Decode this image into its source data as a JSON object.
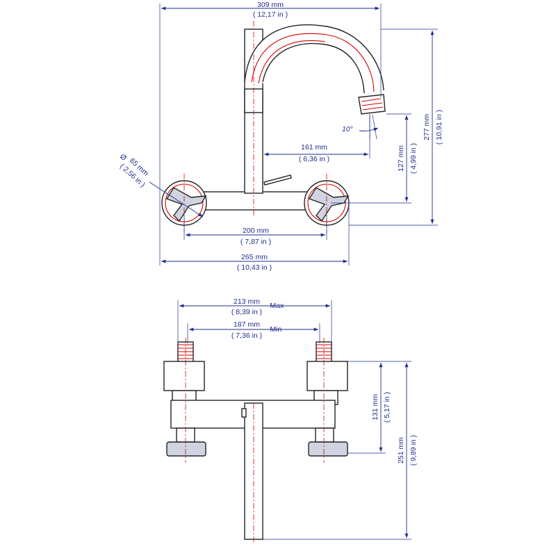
{
  "top_view": {
    "width_309": {
      "mm": "309 mm",
      "inch": "( 12,17 in )"
    },
    "diameter": {
      "symbol": "Ø",
      "mm": "65 mm",
      "inch": "( 2,56 in )"
    },
    "reach_161": {
      "mm": "161 mm",
      "inch": "( 6,36 in )"
    },
    "angle": "10°",
    "height_127": {
      "mm": "127 mm",
      "inch": "( 4,99 in )"
    },
    "height_277": {
      "mm": "277 mm",
      "inch": "( 10,91 in )"
    },
    "centers_200": {
      "mm": "200 mm",
      "inch": "( 7,87 in )"
    },
    "overall_265": {
      "mm": "265 mm",
      "inch": "( 10,43 in )"
    }
  },
  "bottom_view": {
    "max_213": {
      "mm": "213 mm",
      "suffix": "- Max",
      "inch": "( 8,39 in )"
    },
    "min_187": {
      "mm": "187 mm",
      "suffix": "- Min",
      "inch": "( 7,36 in )"
    },
    "height_131": {
      "mm": "131 mm",
      "inch": "( 5,17 in )"
    },
    "height_251": {
      "mm": "251 mm",
      "inch": "( 9,89 in )"
    }
  },
  "colors": {
    "dimension": "#1e2d8c",
    "hidden": "#d40000",
    "outline": "#222222"
  }
}
